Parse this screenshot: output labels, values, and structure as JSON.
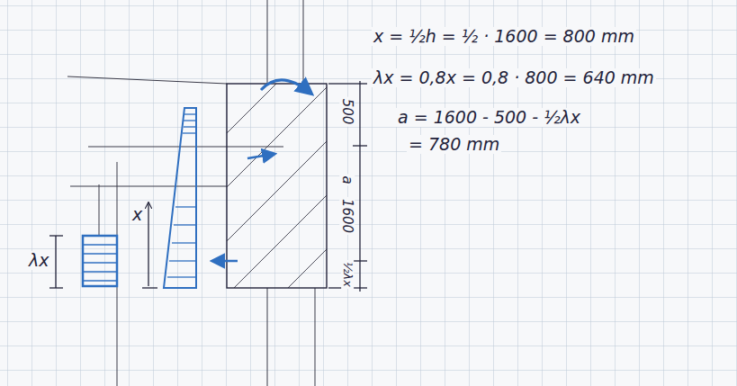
{
  "diagram": {
    "labels": [
      "x = ½h = ½ · 1600 = 800 mm",
      "λx = 0,8x = 0,8 · 800 = 640 mm",
      "a = 1600 - 500 - ½λx",
      "= 780 mm",
      "500",
      "1600",
      "a",
      "½λx",
      "λx",
      "x"
    ]
  }
}
